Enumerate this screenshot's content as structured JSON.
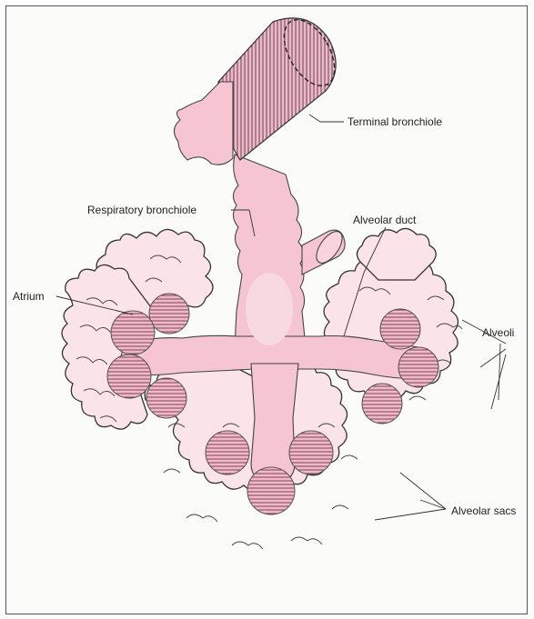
{
  "labels": {
    "terminal_bronchiole": "Terminal bronchiole",
    "respiratory_bronchiole": "Respiratory bronchiole",
    "alveolar_duct": "Alveolar duct",
    "atrium": "Atrium",
    "alveoli": "Alveoli",
    "alveolar_sacs": "Alveolar sacs"
  },
  "colors": {
    "tissue_fill": "#f5c6d1",
    "lobule_fill": "#fbe3ea",
    "hatch_line": "#4a3a55",
    "outline": "#333333"
  }
}
